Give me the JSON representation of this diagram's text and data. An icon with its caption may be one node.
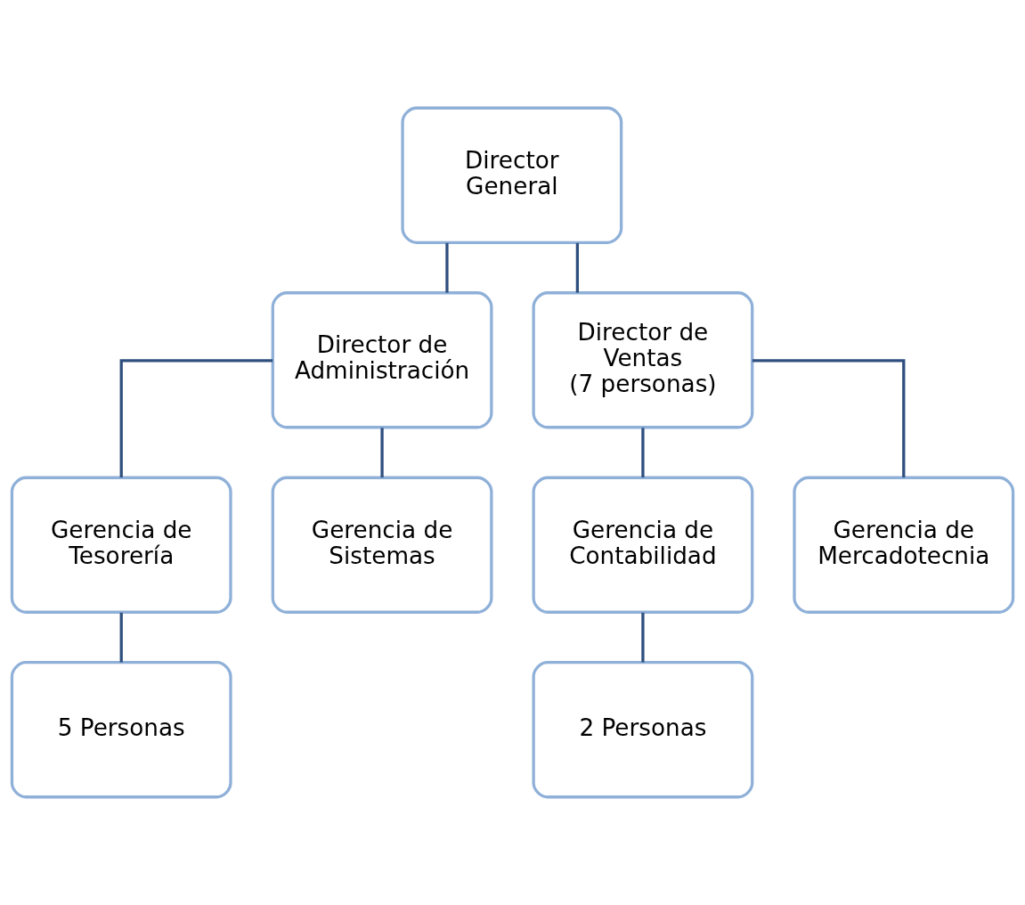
{
  "diagram": {
    "nodes": [
      {
        "text": [
          "Director General"
        ]
      },
      {
        "text": [
          "Director de Administración"
        ]
      },
      {
        "text": [
          "Director de Ventas",
          "(7 personas)"
        ]
      },
      {
        "text": [
          "Gerencia de Tesorería"
        ]
      },
      {
        "text": [
          "Gerencia de Sistemas"
        ]
      },
      {
        "text": [
          "Gerencia de Contabilidad"
        ]
      },
      {
        "text": [
          "Gerencia de Mercadotecnia"
        ]
      },
      {
        "text": [
          "5 Personas"
        ]
      },
      {
        "text": [
          "2 Personas"
        ]
      }
    ],
    "edges": [
      {
        "from": 0,
        "to": 1,
        "arrow": "none"
      },
      {
        "from": 0,
        "to": 2,
        "arrow": "none"
      },
      {
        "from": 1,
        "to": 3,
        "arrow": "none"
      },
      {
        "from": 1,
        "to": 4,
        "arrow": "none"
      },
      {
        "from": 2,
        "to": 5,
        "arrow": "none"
      },
      {
        "from": 2,
        "to": 6,
        "arrow": "none"
      },
      {
        "from": 3,
        "to": 7,
        "arrow": "none"
      },
      {
        "from": 5,
        "to": 8,
        "arrow": "none"
      }
    ]
  }
}
